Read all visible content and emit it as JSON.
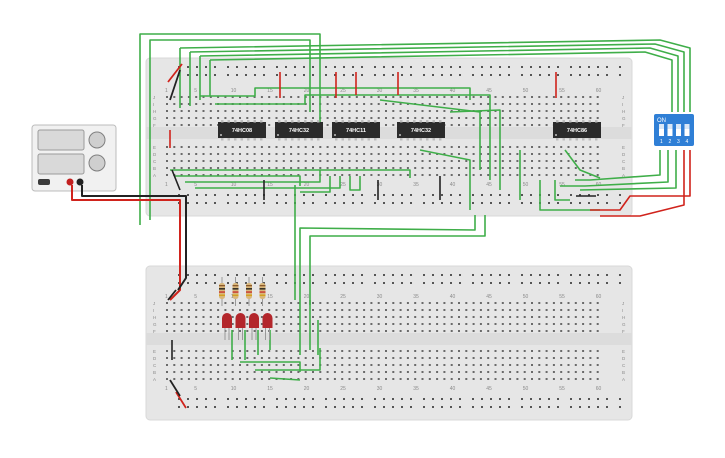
{
  "power_supply": {
    "label": "power-supply"
  },
  "chips": [
    {
      "label": "74HC08"
    },
    {
      "label": "74HC32"
    },
    {
      "label": "74HC11"
    },
    {
      "label": "74HC32"
    },
    {
      "label": "74HC86"
    }
  ],
  "dip_switch": {
    "on_label": "ON",
    "numbers": [
      "1",
      "2",
      "3",
      "4"
    ]
  },
  "breadboard_top": {
    "col_numbers": [
      "1",
      "5",
      "10",
      "15",
      "20",
      "25",
      "30",
      "35",
      "40",
      "45",
      "50",
      "55",
      "60"
    ],
    "row_letters_top": [
      "J",
      "I",
      "H",
      "G",
      "F"
    ],
    "row_letters_bottom": [
      "E",
      "D",
      "C",
      "B",
      "A"
    ]
  },
  "breadboard_bottom": {
    "col_numbers": [
      "1",
      "5",
      "10",
      "15",
      "20",
      "25",
      "30",
      "35",
      "40",
      "45",
      "50",
      "55",
      "60"
    ],
    "row_letters_top": [
      "J",
      "I",
      "H",
      "G",
      "F"
    ],
    "row_letters_bottom": [
      "E",
      "D",
      "C",
      "B",
      "A"
    ]
  },
  "leds": {
    "count": 4,
    "color": "#b3262b"
  },
  "resistors": {
    "count": 4
  },
  "colors": {
    "wire_green": "#3fae49",
    "wire_red": "#d0231c",
    "wire_black": "#222222",
    "board": "#e6e6e6",
    "chip": "#2b2b2b",
    "dip_switch": "#2f7fd6"
  }
}
